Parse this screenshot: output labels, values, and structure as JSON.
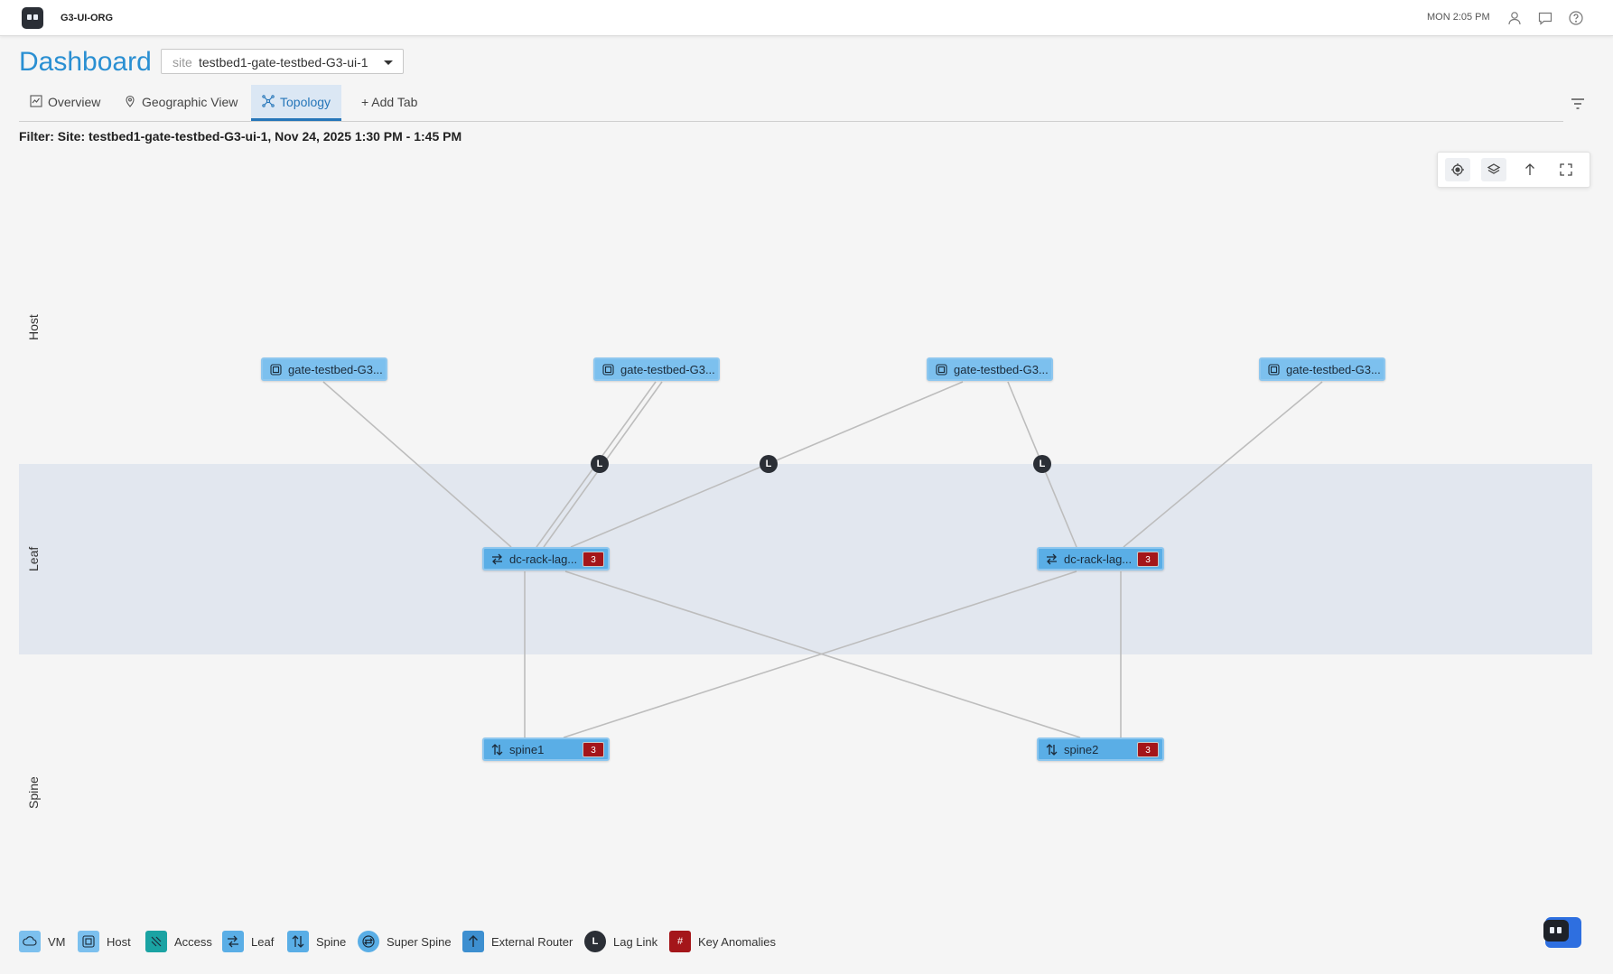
{
  "app": {
    "org_name": "G3-UI-ORG",
    "clock": "MON 2:05 PM"
  },
  "header": {
    "title": "Dashboard",
    "site_prefix": "site",
    "site_value": "testbed1-gate-testbed-G3-ui-1"
  },
  "tabs": [
    {
      "label": "Overview",
      "icon": "chart-icon"
    },
    {
      "label": "Geographic View",
      "icon": "map-pin-icon"
    },
    {
      "label": "Topology",
      "icon": "topology-icon",
      "active": true
    },
    {
      "label": "+ Add Tab",
      "icon": "plus-icon"
    }
  ],
  "filter_text": "Filter: Site: testbed1-gate-testbed-G3-ui-1, Nov 24, 2025 1:30 PM - 1:45 PM",
  "topology": {
    "tiers": [
      "Host",
      "Leaf",
      "Spine"
    ],
    "hosts": [
      {
        "label": "gate-testbed-G3..."
      },
      {
        "label": "gate-testbed-G3..."
      },
      {
        "label": "gate-testbed-G3..."
      },
      {
        "label": "gate-testbed-G3..."
      }
    ],
    "leaves": [
      {
        "label": "dc-rack-lag...",
        "anomalies": "3"
      },
      {
        "label": "dc-rack-lag...",
        "anomalies": "3"
      }
    ],
    "spines": [
      {
        "label": "spine1",
        "anomalies": "3"
      },
      {
        "label": "spine2",
        "anomalies": "3"
      }
    ],
    "lag_marker": "L"
  },
  "legend": [
    {
      "label": "VM",
      "icon": "vm-cloud-icon"
    },
    {
      "label": "Host",
      "icon": "host-icon"
    },
    {
      "label": "Access",
      "icon": "access-icon"
    },
    {
      "label": "Leaf",
      "icon": "leaf-icon"
    },
    {
      "label": "Spine",
      "icon": "spine-icon"
    },
    {
      "label": "Super Spine",
      "icon": "super-spine-icon"
    },
    {
      "label": "External Router",
      "icon": "external-router-icon"
    },
    {
      "label": "Lag Link",
      "icon": "lag-link-icon",
      "marker": "L"
    },
    {
      "label": "Key Anomalies",
      "icon": "key-anomalies-icon",
      "marker": "#"
    }
  ],
  "colors": {
    "accent": "#2a8fd2",
    "node_fill": "#5aaee6",
    "anomaly_badge": "#a4161a",
    "leaf_band": "#e2e7ef"
  }
}
